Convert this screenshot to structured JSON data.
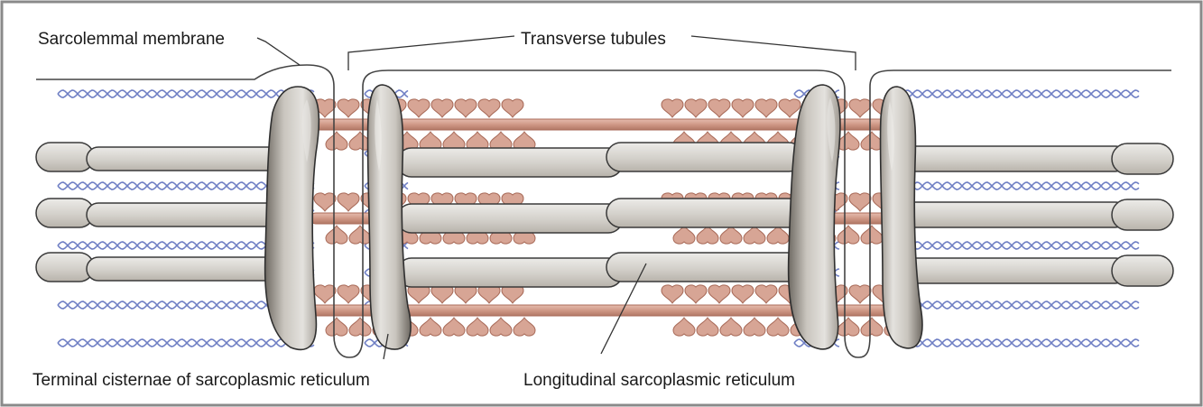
{
  "diagram": {
    "labels": {
      "sarcolemma": "Sarcolemmal membrane",
      "t_tubules": "Transverse tubules",
      "terminal_cisternae": "Terminal cisternae of sarcoplasmic reticulum",
      "longitudinal_sr": "Longitudinal sarcoplasmic reticulum"
    },
    "colors": {
      "frame": "#8a8a8a",
      "membrane": "#444444",
      "thin_filament": "#6f7fc4",
      "myosin": "#d7a595",
      "myosin_edge": "#a86a58",
      "reticulum_fill": "#d6d3cd",
      "reticulum_edge": "#3a3a3a",
      "cisterna_fill": "#b9b3aa"
    },
    "icons": [
      "helix-filament-icon",
      "myosin-head-icon"
    ]
  }
}
